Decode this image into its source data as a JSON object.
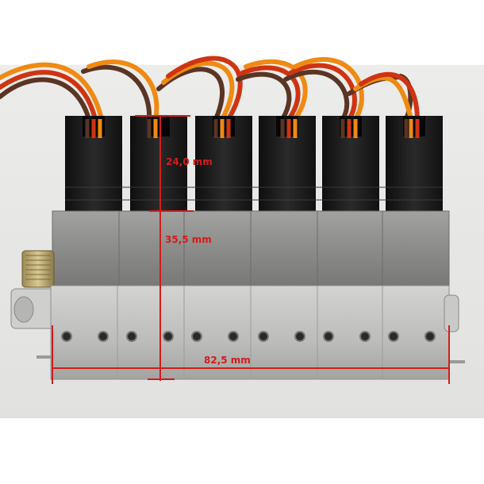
{
  "dimensions": {
    "height_top": "24,0 mm",
    "height_body": "35,5 mm",
    "width_total": "82,5 mm"
  },
  "colors": {
    "dimension": "#d21c1c",
    "coil": "#1c1c1c",
    "housing": "#8f8f8d",
    "base": "#bdbdbb",
    "wire_orange": "#ef8a12",
    "wire_red": "#cf3412",
    "wire_brown": "#5a3524"
  }
}
